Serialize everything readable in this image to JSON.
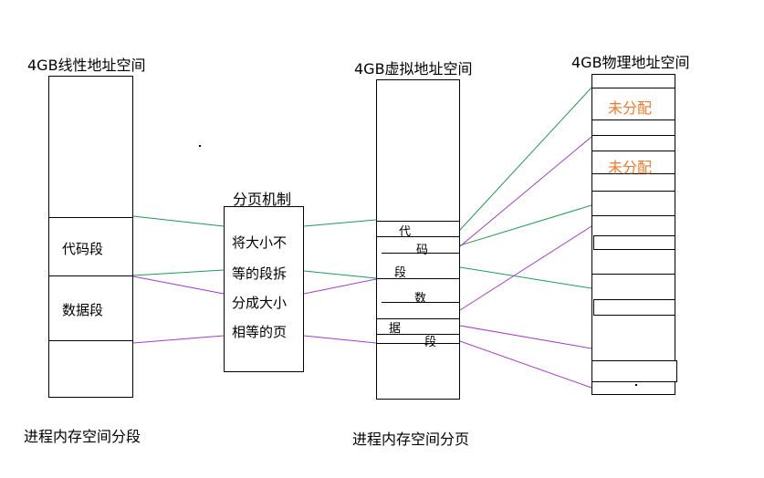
{
  "linear": {
    "title": "4GB线性地址空间",
    "code": "代码段",
    "data": "数据段",
    "caption": "进程内存空间分段"
  },
  "paging": {
    "title": "分页机制",
    "lines": [
      "将大小不",
      "等的段拆",
      "分成大小",
      "相等的页"
    ]
  },
  "virtual": {
    "title": "4GB虚拟地址空间",
    "chars": [
      "代",
      "码",
      "段",
      "数",
      "据",
      "段"
    ],
    "caption": "进程内存空间分页"
  },
  "physical": {
    "title": "4GB物理地址空间",
    "unallocated": [
      "未分配",
      "未分配"
    ]
  },
  "colors": {
    "green": "#1f9a4f",
    "purple": "#a23cc8",
    "orange": "#f07a2a"
  }
}
